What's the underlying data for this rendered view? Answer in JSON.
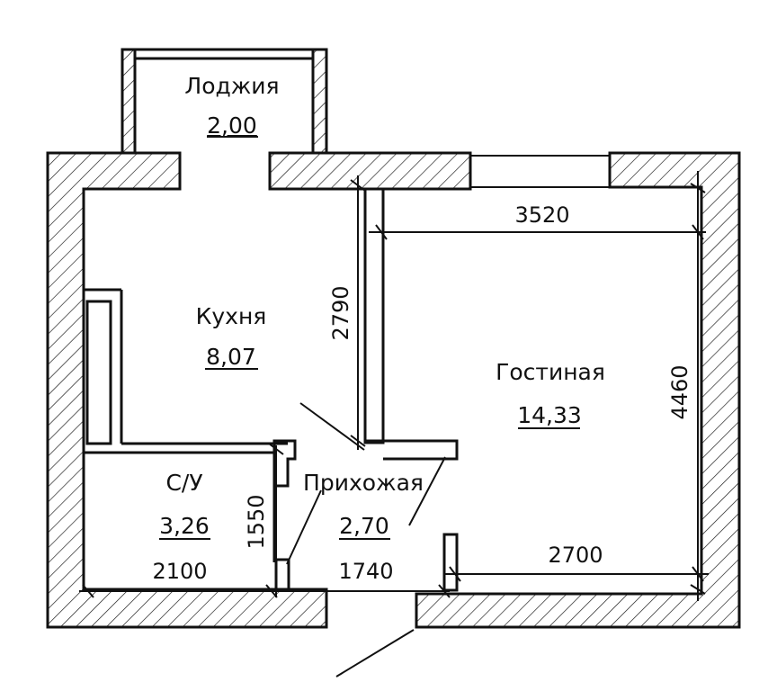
{
  "rooms": {
    "loggia": {
      "name": "Лоджия",
      "area": "2,00"
    },
    "kitchen": {
      "name": "Кухня",
      "area": "8,07"
    },
    "living": {
      "name": "Гостиная",
      "area": "14,33"
    },
    "bath": {
      "name": "С/У",
      "area": "3,26"
    },
    "hall": {
      "name": "Прихожая",
      "area": "2,70"
    }
  },
  "dimensions": {
    "living_width_top": "3520",
    "living_width_bottom": "2700",
    "living_depth": "4460",
    "kitchen_depth": "2790",
    "bath_depth": "1550",
    "bath_width": "2100",
    "hall_width": "1740"
  }
}
